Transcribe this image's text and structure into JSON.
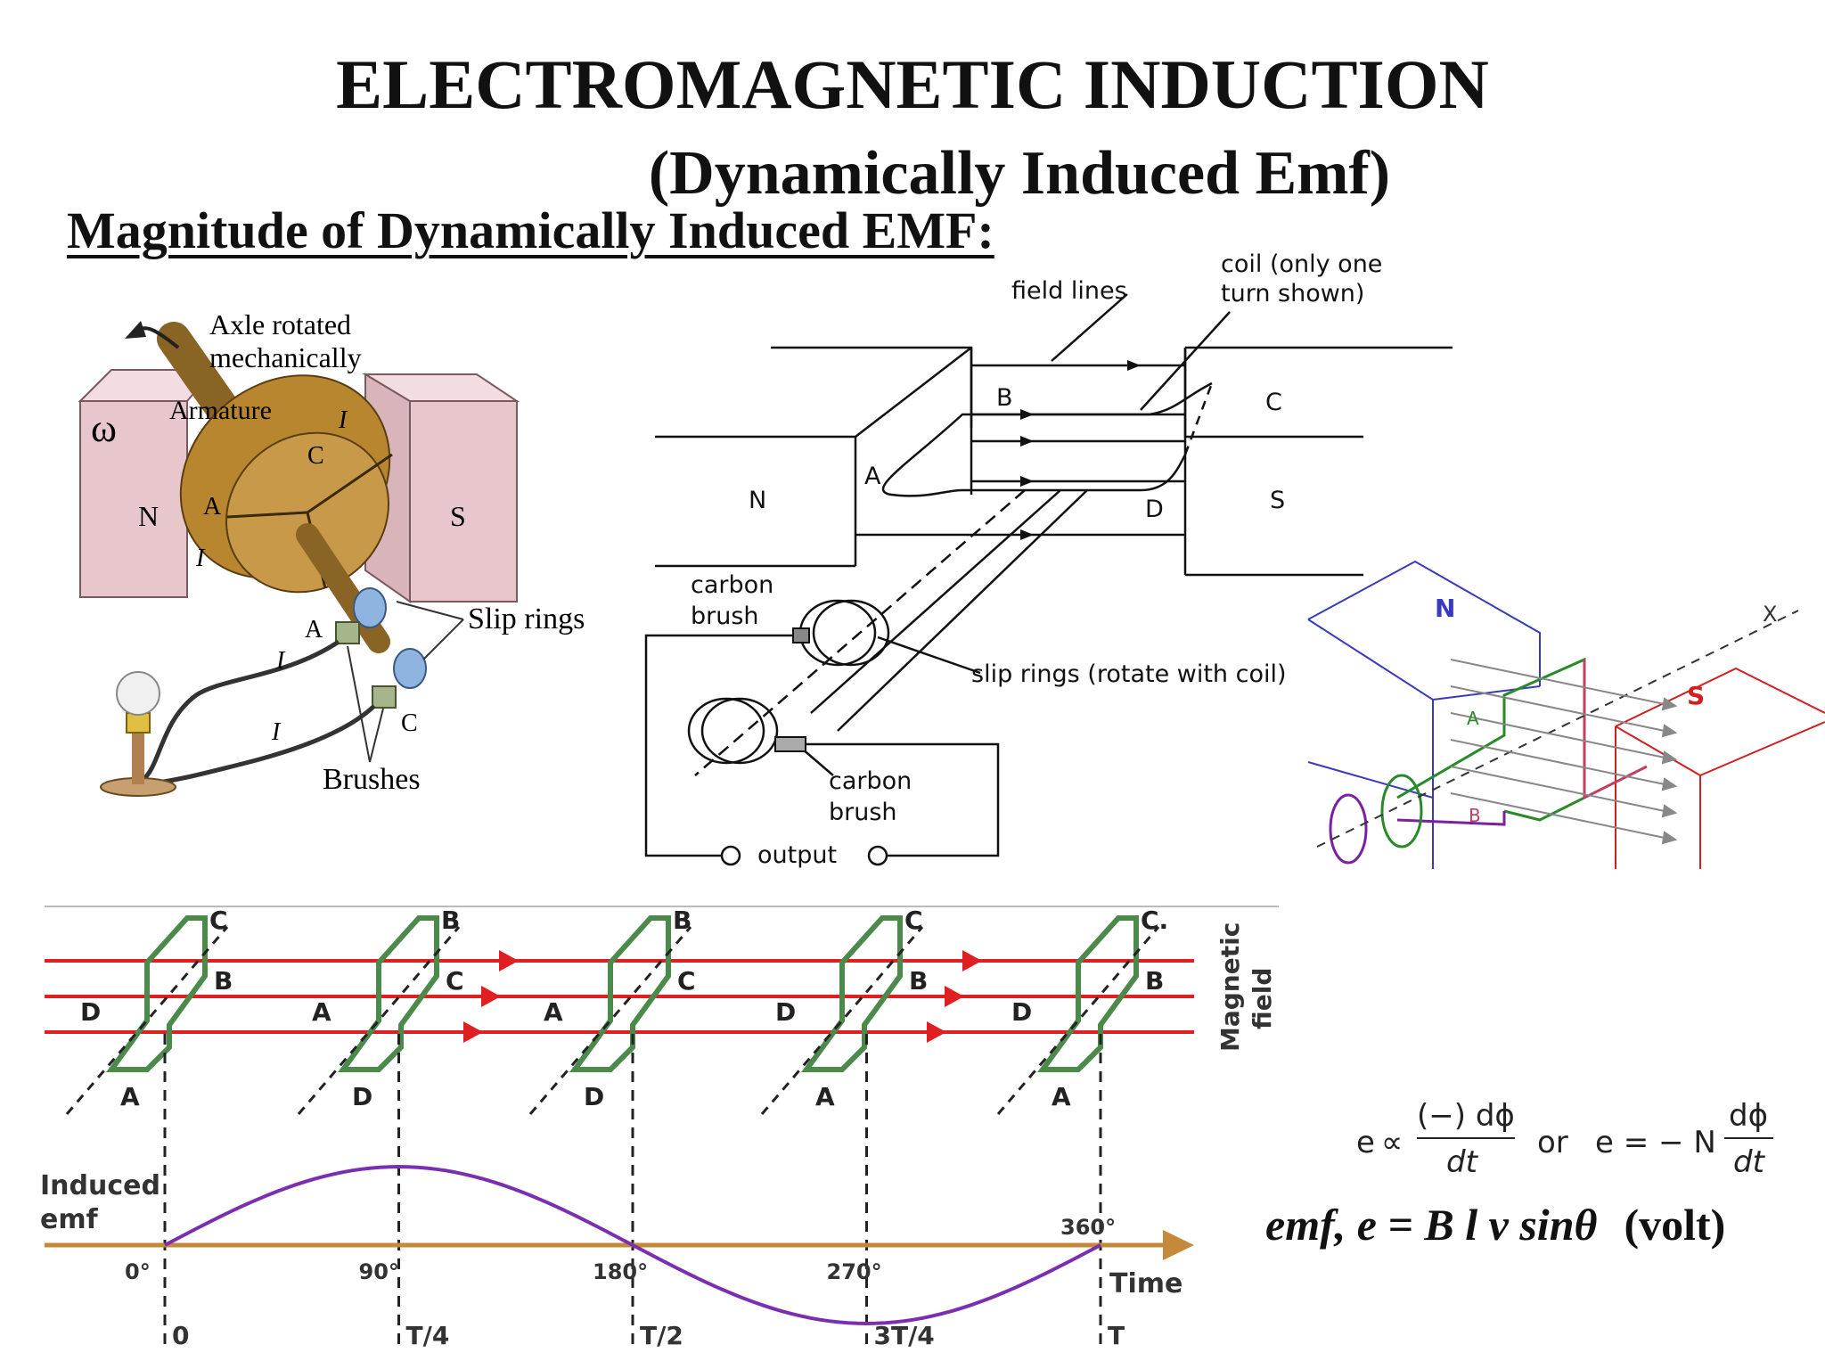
{
  "title": "ELECTROMAGNETIC INDUCTION",
  "title2": "(Dynamically Induced Emf)",
  "subtitle": "Magnitude of Dynamically Induced EMF:",
  "fig1": {
    "axle_label_1": "Axle rotated",
    "axle_label_2": "mechanically",
    "omega": "ω",
    "armature": "Armature",
    "pole_n": "N",
    "pole_s": "S",
    "point_a": "A",
    "point_c": "C",
    "current": "I",
    "slip_rings": "Slip rings",
    "brushes": "Brushes"
  },
  "fig2": {
    "field_lines": "field lines",
    "coil_1": "coil (only one",
    "coil_2": "turn shown)",
    "pole_n": "N",
    "pole_s": "S",
    "point_a": "A",
    "point_b": "B",
    "point_c": "C",
    "point_d": "D",
    "carbon": "carbon",
    "brush": "brush",
    "slip_rings": "slip rings (rotate with coil)",
    "output": "output"
  },
  "fig3": {
    "pole_n": "N",
    "pole_s": "S",
    "point_a": "A",
    "point_b": "B",
    "axis": "X"
  },
  "fig4": {
    "magnetic_1": "Magnetic",
    "magnetic_2": "field",
    "induced_1": "Induced",
    "induced_2": "emf",
    "time": "Time",
    "angles": [
      "0°",
      "90°",
      "180°",
      "270°",
      "360°"
    ],
    "periods": [
      "0",
      "T/4",
      "T/2",
      "3T/4",
      "T"
    ],
    "coils": [
      {
        "top": "C",
        "mid": "B",
        "left": "D",
        "bottom": "A"
      },
      {
        "top": "B",
        "mid": "C",
        "left": "A",
        "bottom": "D"
      },
      {
        "top": "B",
        "mid": "C",
        "left": "A",
        "bottom": "D"
      },
      {
        "top": "C",
        "mid": "B",
        "left": "D",
        "bottom": "A"
      },
      {
        "top": "C.",
        "mid": "B",
        "left": "D",
        "bottom": "A"
      }
    ]
  },
  "formula": {
    "e": "e",
    "prop": "∝",
    "num1": "(−) dϕ",
    "den": "dt",
    "or": "or",
    "eq2": "e = − N",
    "num2": "dϕ",
    "main": "emf, e = B l v sinθ",
    "unit": "(volt)"
  },
  "colors": {
    "armature": "#b8862f",
    "pole": "#e7c7cc",
    "field_red": "#e02020",
    "coil_green": "#4c8a4c",
    "wave_purple": "#7a2fb0",
    "axis_orange": "#c48a3a",
    "fig3_blue": "#3a3ac0",
    "fig3_red": "#d02020"
  }
}
